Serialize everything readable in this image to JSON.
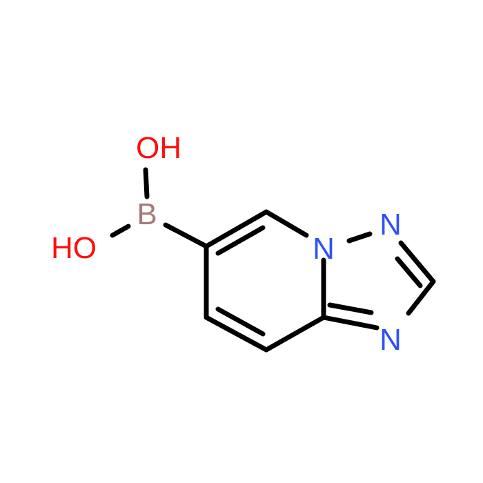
{
  "molecule": {
    "atoms": {
      "oh_top": "OH",
      "ho_left": "HO",
      "boron": "B",
      "n_bridge": "N",
      "n_triazole_upper": "N",
      "n_triazole_lower": "N"
    },
    "colors": {
      "bond": "#000000",
      "oxygen": "#ff0d0d",
      "boron": "#a67a78",
      "nitrogen": "#3050f8",
      "background": "#ffffff"
    }
  }
}
